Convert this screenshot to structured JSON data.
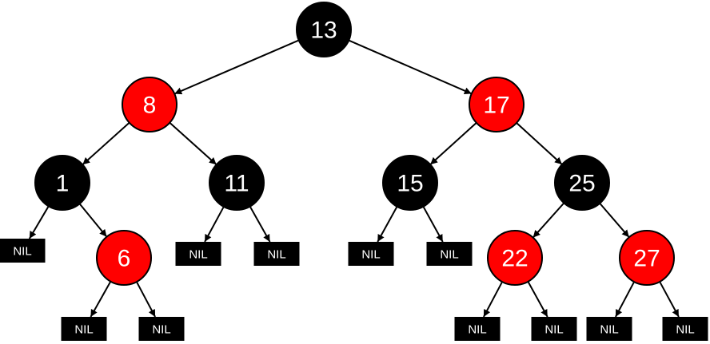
{
  "colors": {
    "red": "#ff0000",
    "black": "#000000",
    "text": "#ffffff",
    "edge": "#000000"
  },
  "nil_label": "NIL",
  "nodes": [
    {
      "id": "n13",
      "label": "13",
      "color": "black"
    },
    {
      "id": "n8",
      "label": "8",
      "color": "red"
    },
    {
      "id": "n17",
      "label": "17",
      "color": "red"
    },
    {
      "id": "n1",
      "label": "1",
      "color": "black"
    },
    {
      "id": "n11",
      "label": "11",
      "color": "black"
    },
    {
      "id": "n15",
      "label": "15",
      "color": "black"
    },
    {
      "id": "n25",
      "label": "25",
      "color": "black"
    },
    {
      "id": "n6",
      "label": "6",
      "color": "red"
    },
    {
      "id": "n22",
      "label": "22",
      "color": "red"
    },
    {
      "id": "n27",
      "label": "27",
      "color": "red"
    }
  ],
  "nils": [
    {
      "id": "nil1"
    },
    {
      "id": "nil6a"
    },
    {
      "id": "nil6b"
    },
    {
      "id": "nil11a"
    },
    {
      "id": "nil11b"
    },
    {
      "id": "nil15a"
    },
    {
      "id": "nil15b"
    },
    {
      "id": "nil22a"
    },
    {
      "id": "nil22b"
    },
    {
      "id": "nil27a"
    },
    {
      "id": "nil27b"
    }
  ],
  "edges": [
    {
      "from": "n13",
      "to": "n8"
    },
    {
      "from": "n13",
      "to": "n17"
    },
    {
      "from": "n8",
      "to": "n1"
    },
    {
      "from": "n8",
      "to": "n11"
    },
    {
      "from": "n17",
      "to": "n15"
    },
    {
      "from": "n17",
      "to": "n25"
    },
    {
      "from": "n1",
      "to": "nil1"
    },
    {
      "from": "n1",
      "to": "n6"
    },
    {
      "from": "n6",
      "to": "nil6a"
    },
    {
      "from": "n6",
      "to": "nil6b"
    },
    {
      "from": "n11",
      "to": "nil11a"
    },
    {
      "from": "n11",
      "to": "nil11b"
    },
    {
      "from": "n15",
      "to": "nil15a"
    },
    {
      "from": "n15",
      "to": "nil15b"
    },
    {
      "from": "n25",
      "to": "n22"
    },
    {
      "from": "n25",
      "to": "n27"
    },
    {
      "from": "n22",
      "to": "nil22a"
    },
    {
      "from": "n22",
      "to": "nil22b"
    },
    {
      "from": "n27",
      "to": "nil27a"
    },
    {
      "from": "n27",
      "to": "nil27b"
    }
  ]
}
